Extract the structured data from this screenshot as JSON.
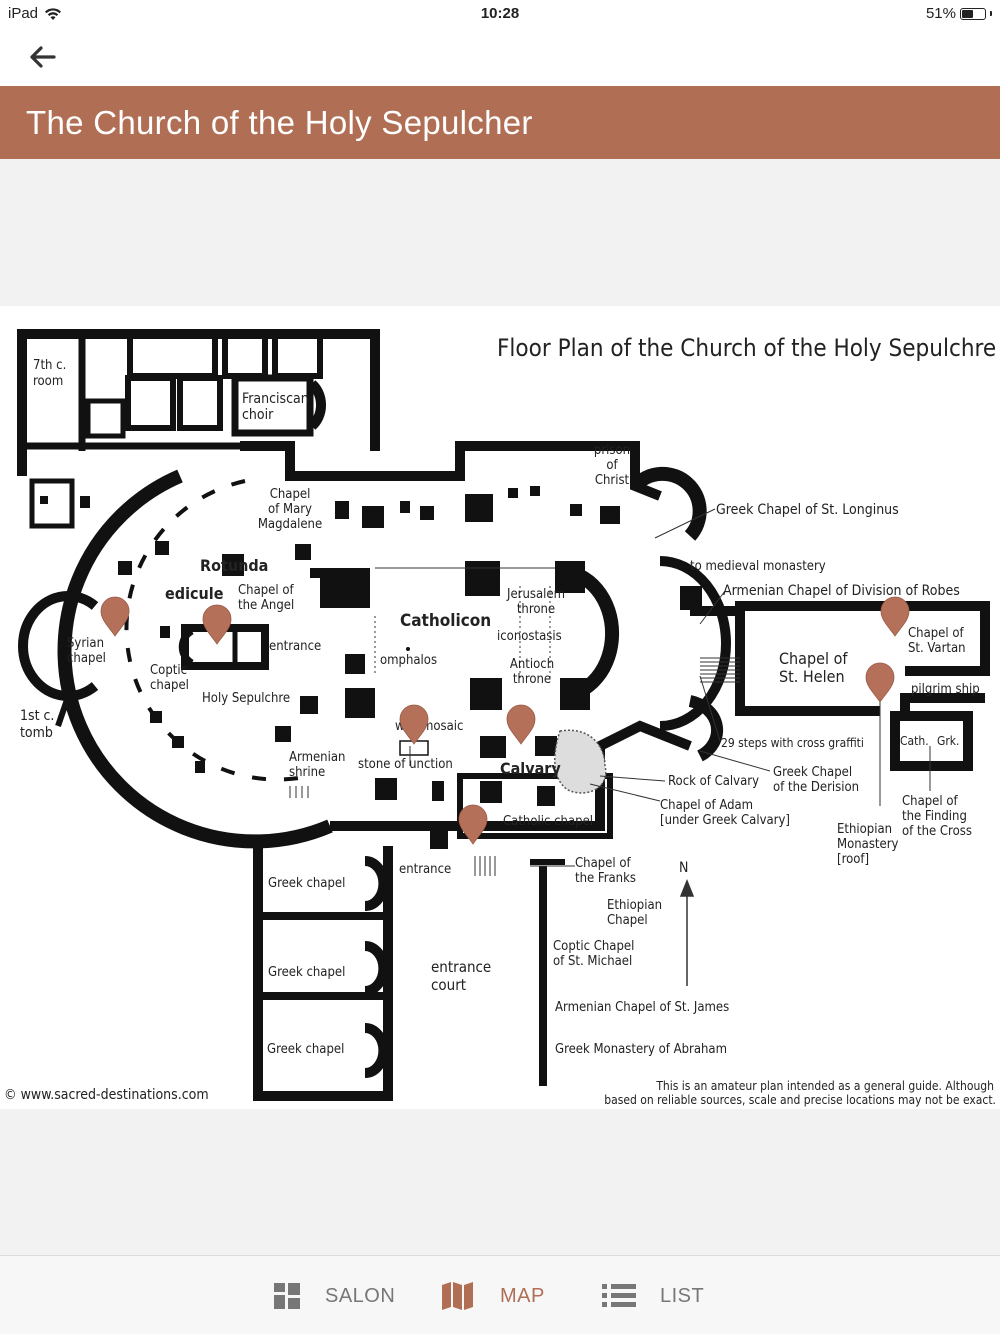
{
  "status_bar": {
    "device": "iPad",
    "time": "10:28",
    "battery": "51%",
    "battery_level": 0.51
  },
  "nav": {
    "back_icon": "arrow-left-icon"
  },
  "header": {
    "title": "The Church of the Holy Sepulcher"
  },
  "colors": {
    "accent": "#b06f55",
    "pin": "#b5705a",
    "tab_inactive": "#777777"
  },
  "map": {
    "title": "Floor Plan of the Church of the Holy Sepulchre",
    "copyright": "© www.sacred-destinations.com",
    "disclaimer_line1": "This is an amateur plan intended as a general guide. Although",
    "disclaimer_line2": "based on reliable sources, scale and precise locations may not be exact.",
    "north": "N",
    "labels": {
      "room7": [
        "7th c.",
        "room"
      ],
      "franciscan": [
        "Franciscan",
        "choir"
      ],
      "prison": [
        "prison",
        "of",
        "Christ"
      ],
      "magdalene": [
        "Chapel",
        "of Mary",
        "Magdalene"
      ],
      "longinus": "Greek Chapel of St. Longinus",
      "medieval": "to medieval monastery",
      "robes": "Armenian Chapel of Division of Robes",
      "rotunda": "Rotunda",
      "edicule": "edicule",
      "angel": [
        "Chapel of",
        "the Angel"
      ],
      "catholicon": "Catholicon",
      "jerusalem": [
        "Jerusalem",
        "throne"
      ],
      "iconostasis": "iconostasis",
      "antioch": [
        "Antioch",
        "throne"
      ],
      "omphalos": "omphalos",
      "entrance_inner": "entrance",
      "syrian": [
        "Syrian",
        "chapel"
      ],
      "coptic": [
        "Coptic",
        "chapel"
      ],
      "sepulchre": "Holy Sepulchre",
      "tomb": [
        "1st c.",
        "tomb"
      ],
      "helen": [
        "Chapel of",
        "St. Helen"
      ],
      "vartan": [
        "Chapel of",
        "St. Vartan"
      ],
      "pilgrim": "pilgrim ship",
      "cath": "Cath.",
      "grk": "Grk.",
      "wall_mosaic": "wall mosaic",
      "steps": "29 steps with cross graffiti",
      "armenian_shrine": [
        "Armenian",
        "shrine"
      ],
      "unction": "stone of unction",
      "calvary": "Calvary",
      "rock": "Rock of Calvary",
      "derision": [
        "Greek Chapel",
        "of the Derision"
      ],
      "adam": [
        "Chapel of Adam",
        "[under Greek Calvary]"
      ],
      "ethiopian_monastery": [
        "Ethiopian",
        "Monastery",
        "[roof]"
      ],
      "finding": [
        "Chapel of",
        "the Finding",
        "of the Cross"
      ],
      "catholic_chapel": "Catholic chapel",
      "entrance": "entrance",
      "franks": [
        "Chapel of",
        "the Franks"
      ],
      "ethiopian_chapel": [
        "Ethiopian",
        "Chapel"
      ],
      "coptic_michael": [
        "Coptic Chapel",
        "of St. Michael"
      ],
      "greek_chapel": "Greek chapel",
      "entrance_court": [
        "entrance",
        "court"
      ],
      "armenian_james": "Armenian Chapel of St. James",
      "abraham": "Greek Monastery of Abraham"
    }
  },
  "tabs": [
    {
      "label": "SALON",
      "icon": "grid-icon"
    },
    {
      "label": "MAP",
      "icon": "map-icon",
      "active": true
    },
    {
      "label": "LIST",
      "icon": "list-icon"
    }
  ]
}
